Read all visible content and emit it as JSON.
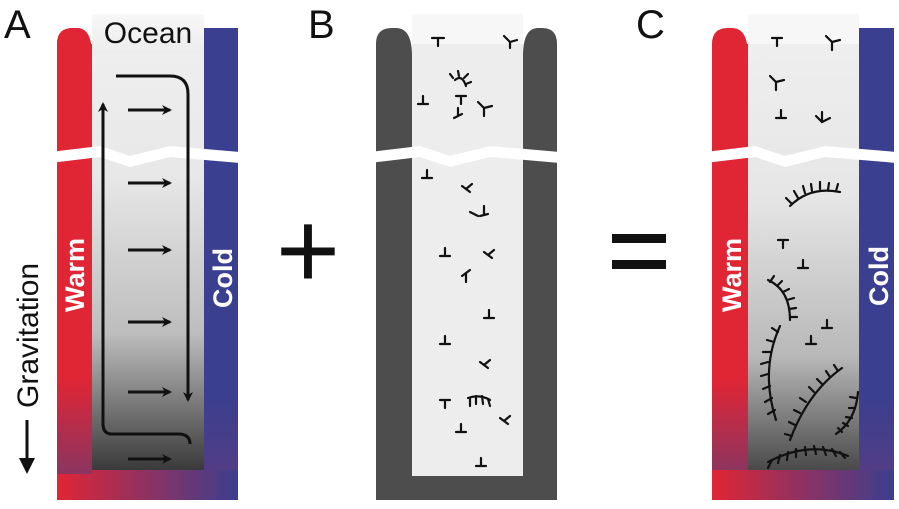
{
  "panels": {
    "a": {
      "letter": "A",
      "top_label": "Ocean",
      "left_wall_label": "Warm",
      "right_wall_label": "Cold",
      "side_label": "Gravitation",
      "colors": {
        "warm": "#e02535",
        "cold": "#3b3f8f"
      }
    },
    "b": {
      "letter": "B",
      "colors": {
        "wall": "#4d4d4d",
        "interior": "#ededed"
      }
    },
    "c": {
      "letter": "C",
      "left_wall_label": "Warm",
      "right_wall_label": "Cold",
      "colors": {
        "warm": "#e02535",
        "cold": "#3b3f8f"
      }
    }
  },
  "operators": {
    "plus": "+",
    "equals": "="
  }
}
